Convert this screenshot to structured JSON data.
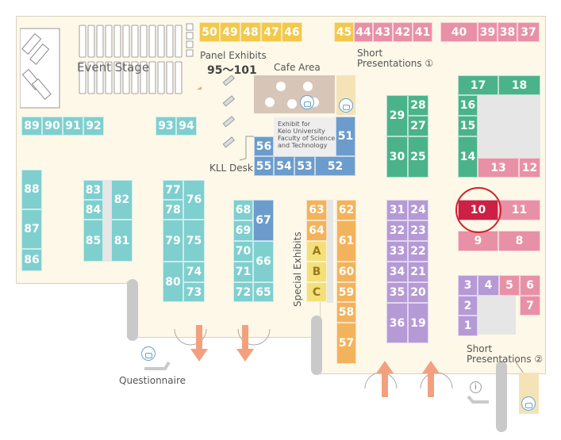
{
  "labels": {
    "event_stage": "Event Stage",
    "panel_exhibits": "Panel Exhibits",
    "panel_range": "95～101",
    "cafe_area": "Cafe Area",
    "short_pres_1_line1": "Short",
    "short_pres_1_line2": "Presentations ①",
    "exhibit_keio": "Exhibit for\nKeio University\nFaculty of Science\nand Technology",
    "kll_desk": "KLL Desk",
    "special_exhibits": "Special Exhibits",
    "short_pres_2_line1": "Short",
    "short_pres_2_line2": "Presentations ②",
    "questionnaire": "Questionnaire",
    "info_symbol": "i"
  },
  "colors": {
    "yellow": "#f2c94c",
    "pink": "#e891a6",
    "teal": "#7fcfcf",
    "green": "#4bb38a",
    "blue": "#6c9ccb",
    "orange": "#f3b35c",
    "light_yellow": "#f3e07a",
    "purple": "#b59ad6",
    "highlight": "#cc2045",
    "highlight_ring": "#d0202a",
    "arrow": "#f2a07e",
    "floor": "#fdf8e8"
  },
  "booths": [
    {
      "id": "50",
      "c": "yellow"
    },
    {
      "id": "49",
      "c": "yellow"
    },
    {
      "id": "48",
      "c": "yellow"
    },
    {
      "id": "47",
      "c": "yellow"
    },
    {
      "id": "46",
      "c": "yellow"
    },
    {
      "id": "45",
      "c": "yellow"
    },
    {
      "id": "44",
      "c": "pink"
    },
    {
      "id": "43",
      "c": "pink"
    },
    {
      "id": "42",
      "c": "pink"
    },
    {
      "id": "41",
      "c": "pink"
    },
    {
      "id": "40",
      "c": "pink"
    },
    {
      "id": "39",
      "c": "pink"
    },
    {
      "id": "38",
      "c": "pink"
    },
    {
      "id": "37",
      "c": "pink"
    },
    {
      "id": "89",
      "c": "teal"
    },
    {
      "id": "90",
      "c": "teal"
    },
    {
      "id": "91",
      "c": "teal"
    },
    {
      "id": "92",
      "c": "teal"
    },
    {
      "id": "93",
      "c": "teal"
    },
    {
      "id": "94",
      "c": "teal"
    },
    {
      "id": "88",
      "c": "teal"
    },
    {
      "id": "87",
      "c": "teal"
    },
    {
      "id": "86",
      "c": "teal"
    },
    {
      "id": "83",
      "c": "teal"
    },
    {
      "id": "84",
      "c": "teal"
    },
    {
      "id": "85",
      "c": "teal"
    },
    {
      "id": "82",
      "c": "teal"
    },
    {
      "id": "81",
      "c": "teal"
    },
    {
      "id": "77",
      "c": "teal"
    },
    {
      "id": "78",
      "c": "teal"
    },
    {
      "id": "76",
      "c": "teal"
    },
    {
      "id": "79",
      "c": "teal"
    },
    {
      "id": "75",
      "c": "teal"
    },
    {
      "id": "80",
      "c": "teal"
    },
    {
      "id": "74",
      "c": "teal"
    },
    {
      "id": "73",
      "c": "teal"
    },
    {
      "id": "68",
      "c": "teal"
    },
    {
      "id": "69",
      "c": "teal"
    },
    {
      "id": "67",
      "c": "blue"
    },
    {
      "id": "70",
      "c": "teal"
    },
    {
      "id": "66",
      "c": "teal"
    },
    {
      "id": "71",
      "c": "teal"
    },
    {
      "id": "72",
      "c": "teal"
    },
    {
      "id": "65",
      "c": "teal"
    },
    {
      "id": "56",
      "c": "blue"
    },
    {
      "id": "51",
      "c": "blue"
    },
    {
      "id": "55",
      "c": "blue"
    },
    {
      "id": "54",
      "c": "blue"
    },
    {
      "id": "53",
      "c": "blue"
    },
    {
      "id": "52",
      "c": "blue"
    },
    {
      "id": "63",
      "c": "orange"
    },
    {
      "id": "64",
      "c": "orange"
    },
    {
      "id": "A",
      "c": "light_yellow"
    },
    {
      "id": "B",
      "c": "light_yellow"
    },
    {
      "id": "C",
      "c": "light_yellow"
    },
    {
      "id": "62",
      "c": "orange"
    },
    {
      "id": "61",
      "c": "orange"
    },
    {
      "id": "60",
      "c": "orange"
    },
    {
      "id": "59",
      "c": "orange"
    },
    {
      "id": "58",
      "c": "orange"
    },
    {
      "id": "57",
      "c": "orange"
    },
    {
      "id": "29",
      "c": "green"
    },
    {
      "id": "28",
      "c": "green"
    },
    {
      "id": "27",
      "c": "green"
    },
    {
      "id": "30",
      "c": "green"
    },
    {
      "id": "25",
      "c": "green"
    },
    {
      "id": "31",
      "c": "purple"
    },
    {
      "id": "24",
      "c": "purple"
    },
    {
      "id": "32",
      "c": "purple"
    },
    {
      "id": "23",
      "c": "purple"
    },
    {
      "id": "33",
      "c": "purple"
    },
    {
      "id": "22",
      "c": "purple"
    },
    {
      "id": "34",
      "c": "purple"
    },
    {
      "id": "21",
      "c": "purple"
    },
    {
      "id": "35",
      "c": "purple"
    },
    {
      "id": "20",
      "c": "purple"
    },
    {
      "id": "36",
      "c": "purple"
    },
    {
      "id": "19",
      "c": "purple"
    },
    {
      "id": "17",
      "c": "green"
    },
    {
      "id": "18",
      "c": "green"
    },
    {
      "id": "16",
      "c": "green"
    },
    {
      "id": "15",
      "c": "green"
    },
    {
      "id": "14",
      "c": "green"
    },
    {
      "id": "13",
      "c": "pink"
    },
    {
      "id": "12",
      "c": "pink"
    },
    {
      "id": "10",
      "c": "highlight"
    },
    {
      "id": "11",
      "c": "pink"
    },
    {
      "id": "9",
      "c": "pink"
    },
    {
      "id": "8",
      "c": "pink"
    },
    {
      "id": "3",
      "c": "purple"
    },
    {
      "id": "4",
      "c": "purple"
    },
    {
      "id": "5",
      "c": "pink"
    },
    {
      "id": "6",
      "c": "pink"
    },
    {
      "id": "2",
      "c": "purple"
    },
    {
      "id": "7",
      "c": "pink"
    },
    {
      "id": "1",
      "c": "purple"
    }
  ]
}
